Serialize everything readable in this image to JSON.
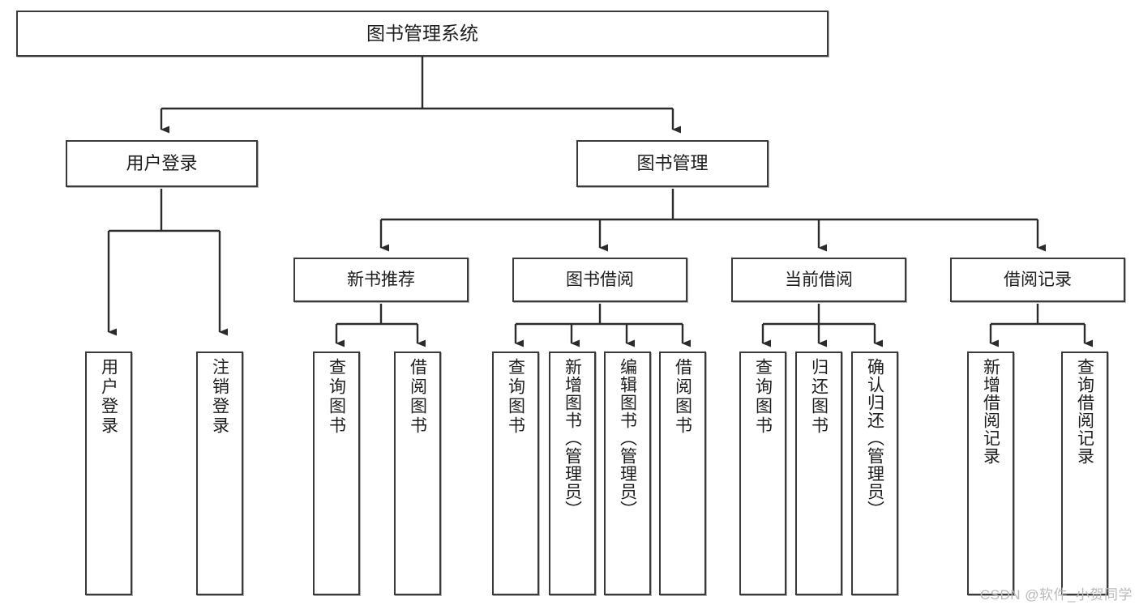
{
  "diagram": {
    "title": "图书管理系统",
    "type": "tree",
    "watermark": "CSDN @软件_小贺同学",
    "style": {
      "border_color": "#3a3a3a",
      "fill_color": "#ffffff",
      "text_color": "#1d1d1d",
      "line_color": "#2b2b2b",
      "watermark_color": "#b9b9b9"
    },
    "nodes": {
      "root": {
        "label": "图书管理系统",
        "level": 1
      },
      "n_user_login": {
        "label": "用户登录",
        "level": 2
      },
      "n_book_mgmt": {
        "label": "图书管理",
        "level": 2
      },
      "n_new_book_rec": {
        "label": "新书推荐",
        "level": 3
      },
      "n_book_borrow": {
        "label": "图书借阅",
        "level": 3
      },
      "n_current_borrow": {
        "label": "当前借阅",
        "level": 3
      },
      "n_borrow_record": {
        "label": "借阅记录",
        "level": 3
      },
      "l_user_login": {
        "label": "用户登录",
        "level": 4
      },
      "l_logout_login": {
        "label": "注销登录",
        "level": 4
      },
      "l_query_book_1": {
        "label": "查询图书",
        "level": 4
      },
      "l_borrow_book_1": {
        "label": "借阅图书",
        "level": 4
      },
      "l_query_book_2": {
        "label": "查询图书",
        "level": 4
      },
      "l_add_book_admin": {
        "label": "新增图书（管理员）",
        "level": 4
      },
      "l_edit_book_admin": {
        "label": "编辑图书（管理员）",
        "level": 4
      },
      "l_borrow_book_2": {
        "label": "借阅图书",
        "level": 4
      },
      "l_query_book_3": {
        "label": "查询图书",
        "level": 4
      },
      "l_return_book": {
        "label": "归还图书",
        "level": 4
      },
      "l_confirm_return_admin": {
        "label": "确认归还（管理员）",
        "level": 4
      },
      "l_add_borrow_record": {
        "label": "新增借阅记录",
        "level": 4
      },
      "l_query_borrow_record": {
        "label": "查询借阅记录",
        "level": 4
      }
    },
    "edges": [
      {
        "from": "root",
        "to": "n_user_login"
      },
      {
        "from": "root",
        "to": "n_book_mgmt"
      },
      {
        "from": "n_user_login",
        "to": "l_user_login"
      },
      {
        "from": "n_user_login",
        "to": "l_logout_login"
      },
      {
        "from": "n_book_mgmt",
        "to": "n_new_book_rec"
      },
      {
        "from": "n_book_mgmt",
        "to": "n_book_borrow"
      },
      {
        "from": "n_book_mgmt",
        "to": "n_current_borrow"
      },
      {
        "from": "n_book_mgmt",
        "to": "n_borrow_record"
      },
      {
        "from": "n_new_book_rec",
        "to": "l_query_book_1"
      },
      {
        "from": "n_new_book_rec",
        "to": "l_borrow_book_1"
      },
      {
        "from": "n_book_borrow",
        "to": "l_query_book_2"
      },
      {
        "from": "n_book_borrow",
        "to": "l_add_book_admin"
      },
      {
        "from": "n_book_borrow",
        "to": "l_edit_book_admin"
      },
      {
        "from": "n_book_borrow",
        "to": "l_borrow_book_2"
      },
      {
        "from": "n_current_borrow",
        "to": "l_query_book_3"
      },
      {
        "from": "n_current_borrow",
        "to": "l_return_book"
      },
      {
        "from": "n_current_borrow",
        "to": "l_confirm_return_admin"
      },
      {
        "from": "n_borrow_record",
        "to": "l_add_borrow_record"
      },
      {
        "from": "n_borrow_record",
        "to": "l_query_borrow_record"
      }
    ]
  }
}
